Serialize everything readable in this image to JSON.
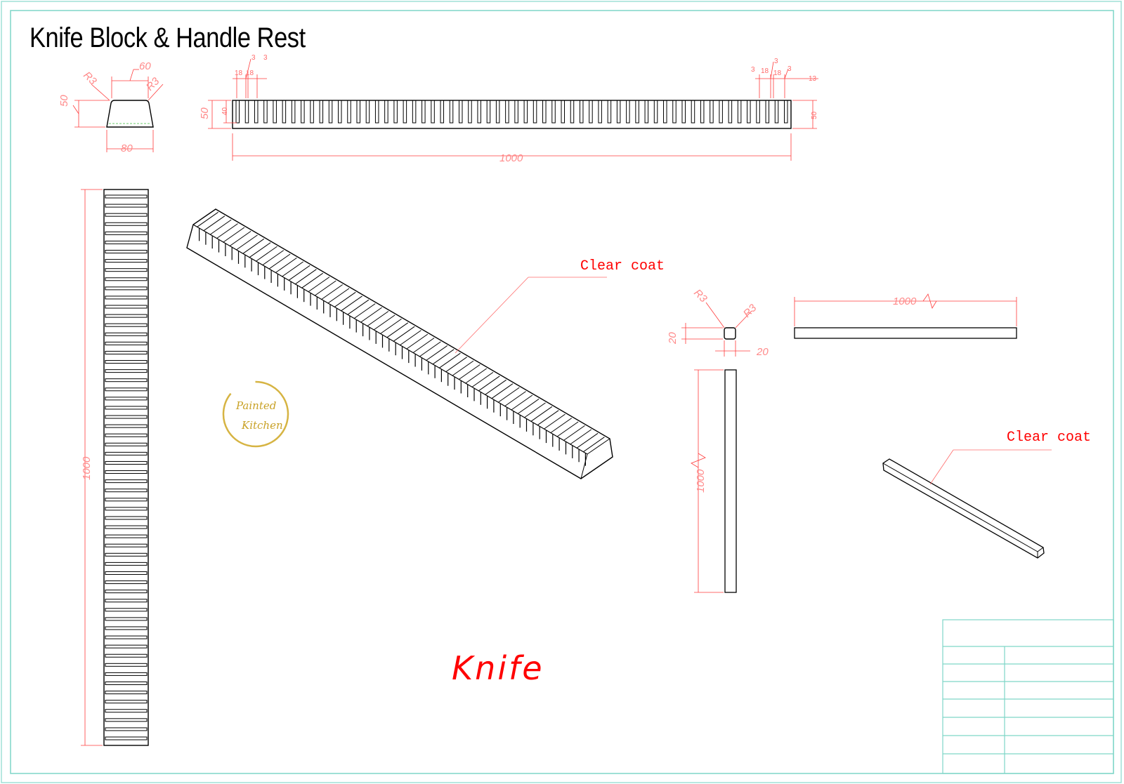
{
  "drawing": {
    "title": "Knife Block & Handle Rest",
    "stamp_word": "Knife",
    "notes": {
      "block": "Clear coat",
      "rest": "Clear coat"
    },
    "logo": {
      "line1": "Painted",
      "line2": "Kitchen"
    },
    "colors": {
      "frame": "#7fd6c8",
      "outline": "#000000",
      "dimension": "#ff3b3b",
      "annotation": "#ff0000",
      "logo": "#c9a227"
    }
  },
  "block_profile": {
    "top": "60",
    "bottom": "80",
    "height": "50",
    "r_left": "R3",
    "r_right": "R3"
  },
  "block_side": {
    "length": "1000",
    "height": "50",
    "slot_depth": "40",
    "end_height": "50",
    "slot_w_l": "18",
    "slot_w_l2": "18",
    "gap_l": "3",
    "gap_l2": "3",
    "gap_r1": "3",
    "slot_w_r1": "18",
    "slot_w_r2": "18",
    "gap_r2": "3",
    "gap_r3": "3",
    "end_r": "13",
    "slot_count": 60
  },
  "block_top": {
    "length": "1000",
    "slot_count": 60
  },
  "rest_profile": {
    "height": "20",
    "width": "20",
    "r_left": "R3",
    "r_right": "R3"
  },
  "rest_side": {
    "length": "1000"
  },
  "rest_top": {
    "length": "1000"
  }
}
